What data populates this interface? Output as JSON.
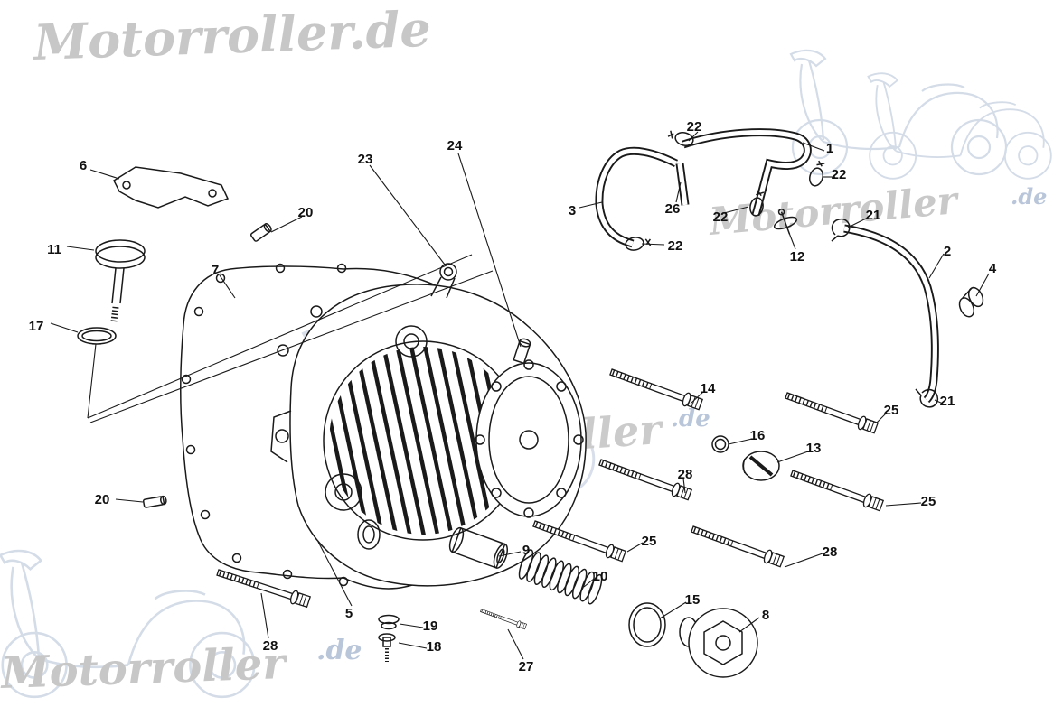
{
  "page": {
    "background": "#ffffff"
  },
  "watermarks": {
    "brand_full": "Motorroller.de",
    "brand": "Motorroller",
    "suffix": ".de",
    "text_color": "#c7c7c7",
    "accent_color": "#b9c6da"
  },
  "diagram": {
    "type": "exploded-parts-diagram",
    "line_color": "#1a1a1a",
    "callouts": [
      {
        "part": "6"
      },
      {
        "part": "23"
      },
      {
        "part": "24"
      },
      {
        "part": "22"
      },
      {
        "part": "1"
      },
      {
        "part": "22"
      },
      {
        "part": "3"
      },
      {
        "part": "26"
      },
      {
        "part": "22"
      },
      {
        "part": "22"
      },
      {
        "part": "12"
      },
      {
        "part": "21"
      },
      {
        "part": "2"
      },
      {
        "part": "4"
      },
      {
        "part": "20"
      },
      {
        "part": "11"
      },
      {
        "part": "7"
      },
      {
        "part": "17"
      },
      {
        "part": "14"
      },
      {
        "part": "25"
      },
      {
        "part": "21"
      },
      {
        "part": "16"
      },
      {
        "part": "13"
      },
      {
        "part": "28"
      },
      {
        "part": "25"
      },
      {
        "part": "20"
      },
      {
        "part": "25"
      },
      {
        "part": "28"
      },
      {
        "part": "9"
      },
      {
        "part": "10"
      },
      {
        "part": "15"
      },
      {
        "part": "8"
      },
      {
        "part": "5"
      },
      {
        "part": "19"
      },
      {
        "part": "18"
      },
      {
        "part": "27"
      },
      {
        "part": "28"
      }
    ]
  }
}
